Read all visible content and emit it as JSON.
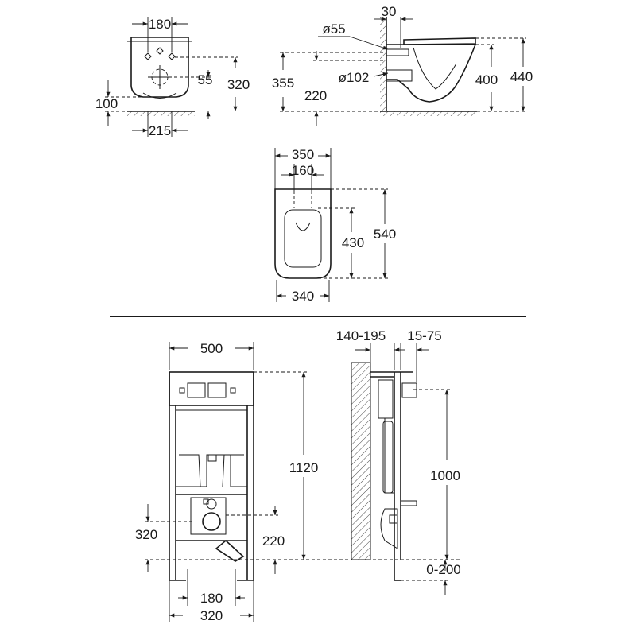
{
  "dimensions": {
    "front_width_top": "180",
    "front_height_320": "320",
    "front_55": "55",
    "front_100": "100",
    "front_215": "215",
    "side_30": "30",
    "side_d55": "ø55",
    "side_d102": "ø102",
    "side_355": "355",
    "side_220": "220",
    "side_400": "400",
    "side_440": "440",
    "top_350": "350",
    "top_160": "160",
    "top_430": "430",
    "top_540": "540",
    "top_340": "340",
    "frame_500": "500",
    "frame_1120": "1120",
    "frame_320": "320",
    "frame_220": "220",
    "frame_180": "180",
    "frame_320b": "320",
    "frame_140_195": "140-195",
    "frame_15_75": "15-75",
    "frame_1000": "1000",
    "frame_0_200": "0-200"
  }
}
